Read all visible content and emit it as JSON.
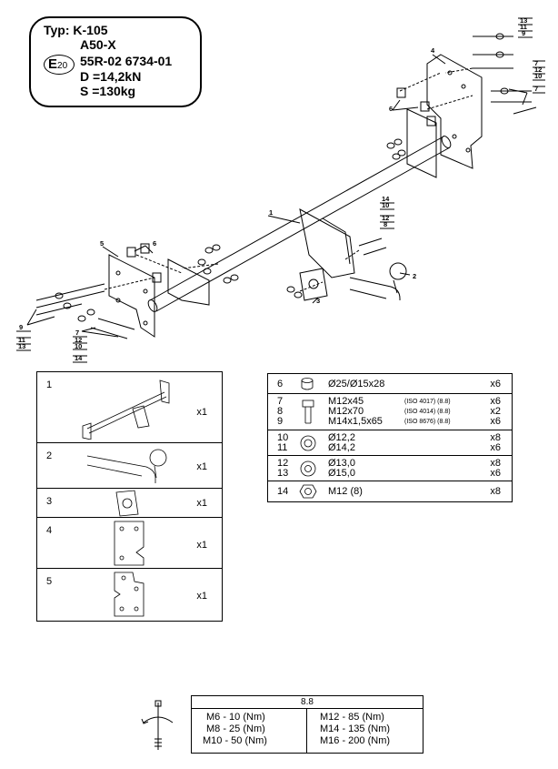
{
  "type_box": {
    "line1": "Typ: K-105",
    "line2": "A50-X",
    "approval_mark": "E",
    "approval_number": "20",
    "line3": "55R-02 6734-01",
    "line4": "D =14,2kN",
    "line5": "S =130kg"
  },
  "callouts": {
    "c1": "1",
    "c2": "2",
    "c3": "3",
    "c4": "4",
    "c5": "5",
    "c6a": "6",
    "c6b": "6",
    "c7a": "7",
    "c7b": "7",
    "c8": "8",
    "c9a": "9",
    "c9b": "9",
    "c10a": "10",
    "c10b": "10",
    "c11a": "11",
    "c11b": "11",
    "c12a": "12",
    "c12b": "12",
    "c12c": "12",
    "c13a": "13",
    "c13b": "13",
    "c14a": "14",
    "c14b": "14"
  },
  "parts": [
    {
      "num": "1",
      "qty": "x1"
    },
    {
      "num": "2",
      "qty": "x1"
    },
    {
      "num": "3",
      "qty": "x1"
    },
    {
      "num": "4",
      "qty": "x1"
    },
    {
      "num": "5",
      "qty": "x1"
    }
  ],
  "hardware": {
    "r6": {
      "num": "6",
      "desc": "Ø25/Ø15x28",
      "qty": "x6"
    },
    "r7": {
      "num": "7",
      "desc": "M12x45",
      "norm": "(ISO 4017) (8.8)",
      "qty": "x6"
    },
    "r8": {
      "num": "8",
      "desc": "M12x70",
      "norm": "(ISO 4014) (8.8)",
      "qty": "x2"
    },
    "r9": {
      "num": "9",
      "desc": "M14x1,5x65",
      "norm": "(ISO 8676) (8.8)",
      "qty": "x6"
    },
    "r10": {
      "num": "10",
      "desc": "Ø12,2",
      "qty": "x8"
    },
    "r11": {
      "num": "11",
      "desc": "Ø14,2",
      "qty": "x6"
    },
    "r12": {
      "num": "12",
      "desc": "Ø13,0",
      "qty": "x8"
    },
    "r13": {
      "num": "13",
      "desc": "Ø15,0",
      "qty": "x6"
    },
    "r14": {
      "num": "14",
      "desc": "M12 (8)",
      "qty": "x8"
    }
  },
  "torque": {
    "grade": "8.8",
    "left": [
      "M6 - 10 (Nm)",
      "M8 - 25 (Nm)",
      "M10 - 50 (Nm)"
    ],
    "right": [
      "M12 - 85 (Nm)",
      "M14 - 135 (Nm)",
      "M16 - 200 (Nm)"
    ]
  }
}
